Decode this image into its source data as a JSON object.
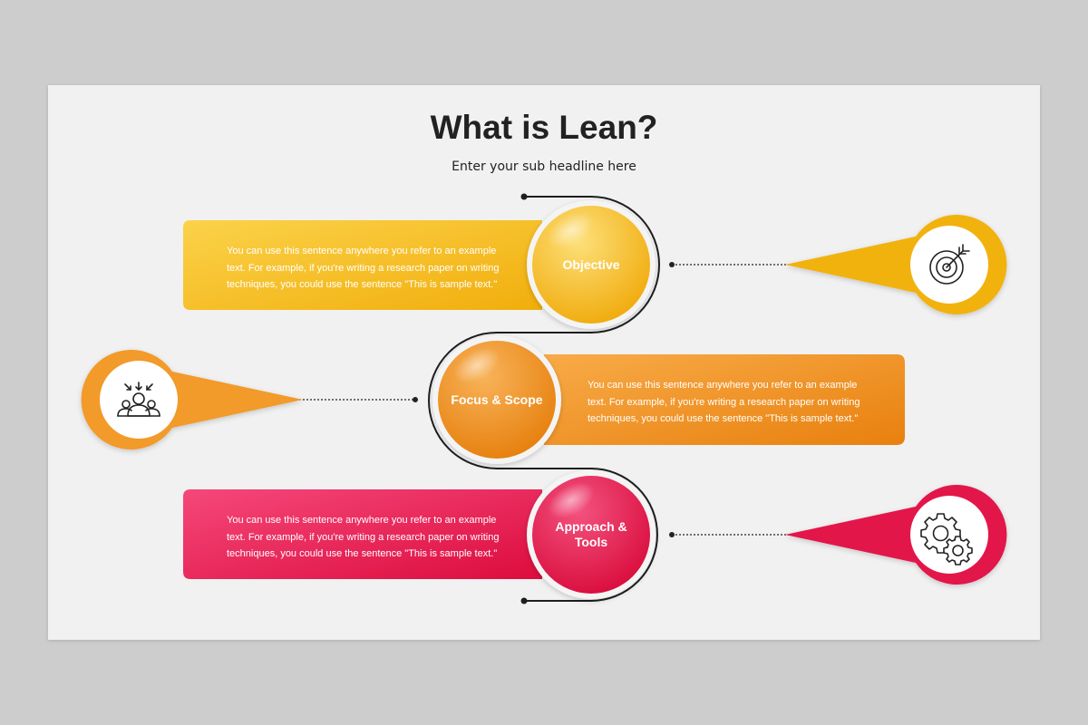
{
  "title": "What is Lean?",
  "subtitle": "Enter your sub headline here",
  "steps": [
    {
      "label": "Objective",
      "text": "You can use this sentence anywhere you refer to an example text. For example, if you're writing a research paper on writing techniques, you could use the sentence \"This is sample text.\"",
      "icon": "target-icon",
      "color": "#f5b40c"
    },
    {
      "label": "Focus & Scope",
      "text": "You can use this sentence anywhere you refer to an example text. For example, if you're writing a research paper on writing techniques, you could use the sentence \"This is sample text.\"",
      "icon": "team-focus-icon",
      "color": "#ef8a1a"
    },
    {
      "label": "Approach & Tools",
      "text": "You can use this sentence anywhere you refer to an example text. For example, if you're writing a research paper on writing techniques, you could use the sentence \"This is sample text.\"",
      "icon": "gears-icon",
      "color": "#e3124a"
    }
  ]
}
